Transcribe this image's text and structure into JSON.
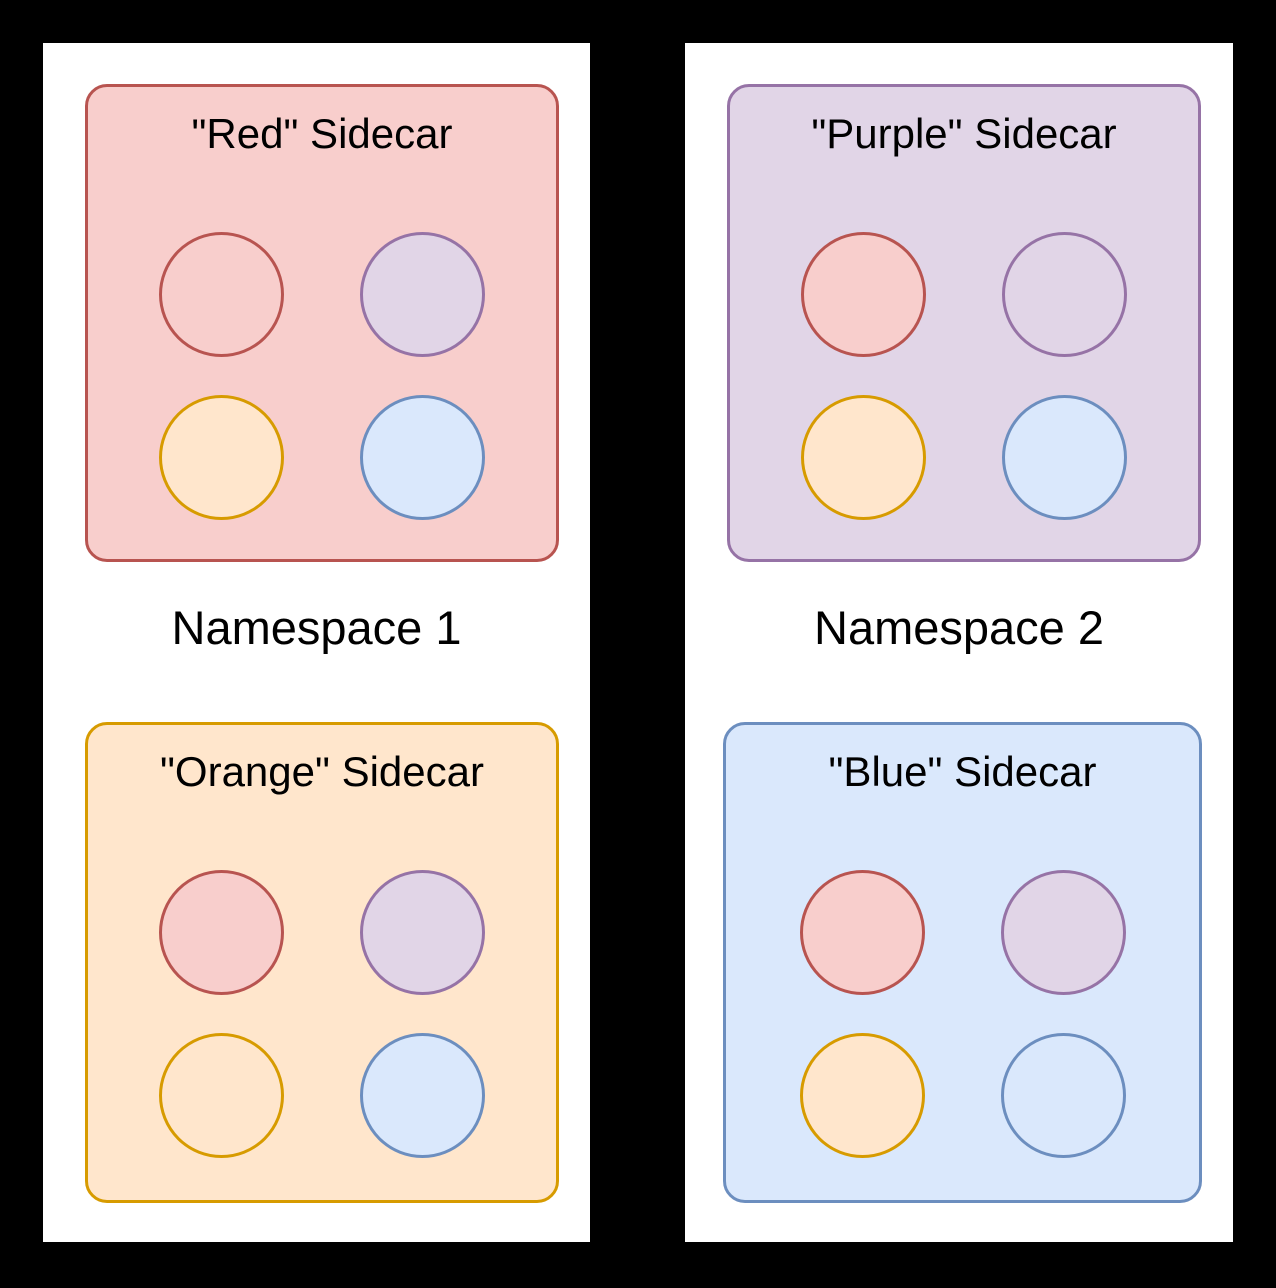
{
  "page": {
    "background_color": "#000000",
    "panel_background_color": "#ffffff",
    "text_color": "#000000"
  },
  "palette": {
    "red": {
      "stroke": "#b85450",
      "fill": "#f8cecc"
    },
    "purple": {
      "stroke": "#9673a6",
      "fill": "#e1d5e7"
    },
    "orange": {
      "stroke": "#d79b00",
      "fill": "#ffe6cc"
    },
    "blue": {
      "stroke": "#6c8ebf",
      "fill": "#dae8fc"
    }
  },
  "namespaces": [
    {
      "label": "Namespace 1",
      "sidecars": [
        {
          "title": "\"Red\" Sidecar",
          "color": "red",
          "stroke": "#b85450",
          "fill": "#f8cecc",
          "circles": [
            {
              "color": "red",
              "stroke": "#b85450",
              "fill": "transparent",
              "filled": false
            },
            {
              "color": "purple",
              "stroke": "#9673a6",
              "fill": "#e1d5e7",
              "filled": true
            },
            {
              "color": "orange",
              "stroke": "#d79b00",
              "fill": "#ffe6cc",
              "filled": true
            },
            {
              "color": "blue",
              "stroke": "#6c8ebf",
              "fill": "#dae8fc",
              "filled": true
            }
          ]
        },
        {
          "title": "\"Orange\" Sidecar",
          "color": "orange",
          "stroke": "#d79b00",
          "fill": "#ffe6cc",
          "circles": [
            {
              "color": "red",
              "stroke": "#b85450",
              "fill": "#f8cecc",
              "filled": true
            },
            {
              "color": "purple",
              "stroke": "#9673a6",
              "fill": "#e1d5e7",
              "filled": true
            },
            {
              "color": "orange",
              "stroke": "#d79b00",
              "fill": "transparent",
              "filled": false
            },
            {
              "color": "blue",
              "stroke": "#6c8ebf",
              "fill": "#dae8fc",
              "filled": true
            }
          ]
        }
      ]
    },
    {
      "label": "Namespace 2",
      "sidecars": [
        {
          "title": "\"Purple\" Sidecar",
          "color": "purple",
          "stroke": "#9673a6",
          "fill": "#e1d5e7",
          "circles": [
            {
              "color": "red",
              "stroke": "#b85450",
              "fill": "#f8cecc",
              "filled": true
            },
            {
              "color": "purple",
              "stroke": "#9673a6",
              "fill": "transparent",
              "filled": false
            },
            {
              "color": "orange",
              "stroke": "#d79b00",
              "fill": "#ffe6cc",
              "filled": true
            },
            {
              "color": "blue",
              "stroke": "#6c8ebf",
              "fill": "#dae8fc",
              "filled": true
            }
          ]
        },
        {
          "title": "\"Blue\" Sidecar",
          "color": "blue",
          "stroke": "#6c8ebf",
          "fill": "#dae8fc",
          "circles": [
            {
              "color": "red",
              "stroke": "#b85450",
              "fill": "#f8cecc",
              "filled": true
            },
            {
              "color": "purple",
              "stroke": "#9673a6",
              "fill": "#e1d5e7",
              "filled": true
            },
            {
              "color": "orange",
              "stroke": "#d79b00",
              "fill": "#ffe6cc",
              "filled": true
            },
            {
              "color": "blue",
              "stroke": "#6c8ebf",
              "fill": "transparent",
              "filled": false
            }
          ]
        }
      ]
    }
  ]
}
